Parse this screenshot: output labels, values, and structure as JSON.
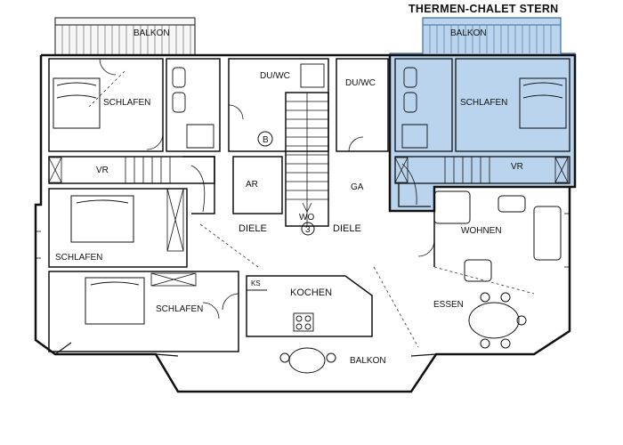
{
  "title": "THERMEN-CHALET STERN",
  "highlight_color": "#7fb0dc",
  "rooms": {
    "balkon_left": "BALKON",
    "balkon_right": "BALKON",
    "balkon_bottom": "BALKON",
    "schlafen_tl": "SCHLAFEN",
    "schlafen_tr": "SCHLAFEN",
    "schlafen_ml": "SCHLAFEN",
    "schlafen_bl": "SCHLAFEN",
    "duwc_left": "DU/WC",
    "duwc_right": "DU/WC",
    "vr_left": "VR",
    "vr_right": "VR",
    "ar": "AR",
    "ga": "GA",
    "diele_left": "DIELE",
    "diele_right": "DIELE",
    "wo": "WO",
    "wo_number": "3",
    "b_marker": "B",
    "wohnen": "WOHNEN",
    "kochen": "KOCHEN",
    "essen": "ESSEN",
    "ks": "KS"
  }
}
